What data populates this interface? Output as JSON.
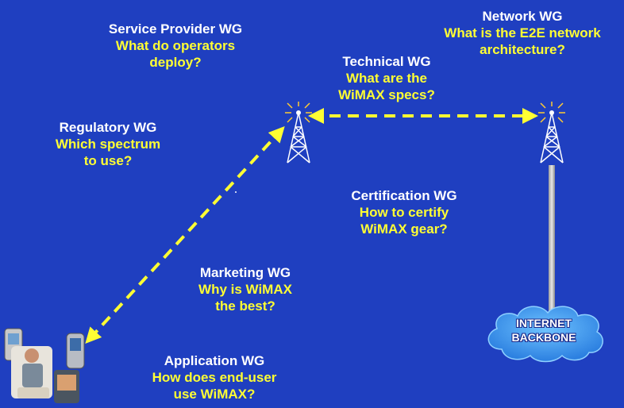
{
  "colors": {
    "background": "#1f3fc0",
    "label": "#ffffff",
    "question": "#ffff33",
    "link": "#ffff33",
    "cloud": "#3aa0ff"
  },
  "groups": {
    "service_provider": {
      "name": "Service Provider WG",
      "question": [
        "What do operators",
        "deploy?"
      ]
    },
    "network": {
      "name": "Network WG",
      "question": [
        "What is the E2E network",
        "architecture?"
      ]
    },
    "technical": {
      "name": "Technical WG",
      "question": [
        "What are the",
        "WiMAX specs?"
      ]
    },
    "regulatory": {
      "name": "Regulatory WG",
      "question": [
        "Which spectrum",
        "to use?"
      ]
    },
    "certification": {
      "name": "Certification WG",
      "question": [
        "How to certify",
        "WiMAX gear?"
      ]
    },
    "marketing": {
      "name": "Marketing WG",
      "question": [
        "Why is WiMAX",
        "the best?"
      ]
    },
    "application": {
      "name": "Application WG",
      "question": [
        "How does end-user",
        "use WiMAX?"
      ]
    }
  },
  "internet": {
    "line1": "INTERNET",
    "line2": "BACKBONE"
  },
  "icons": {
    "tower": "radio-tower-icon",
    "cloud": "cloud-icon",
    "devices": "mobile-devices-icon"
  }
}
